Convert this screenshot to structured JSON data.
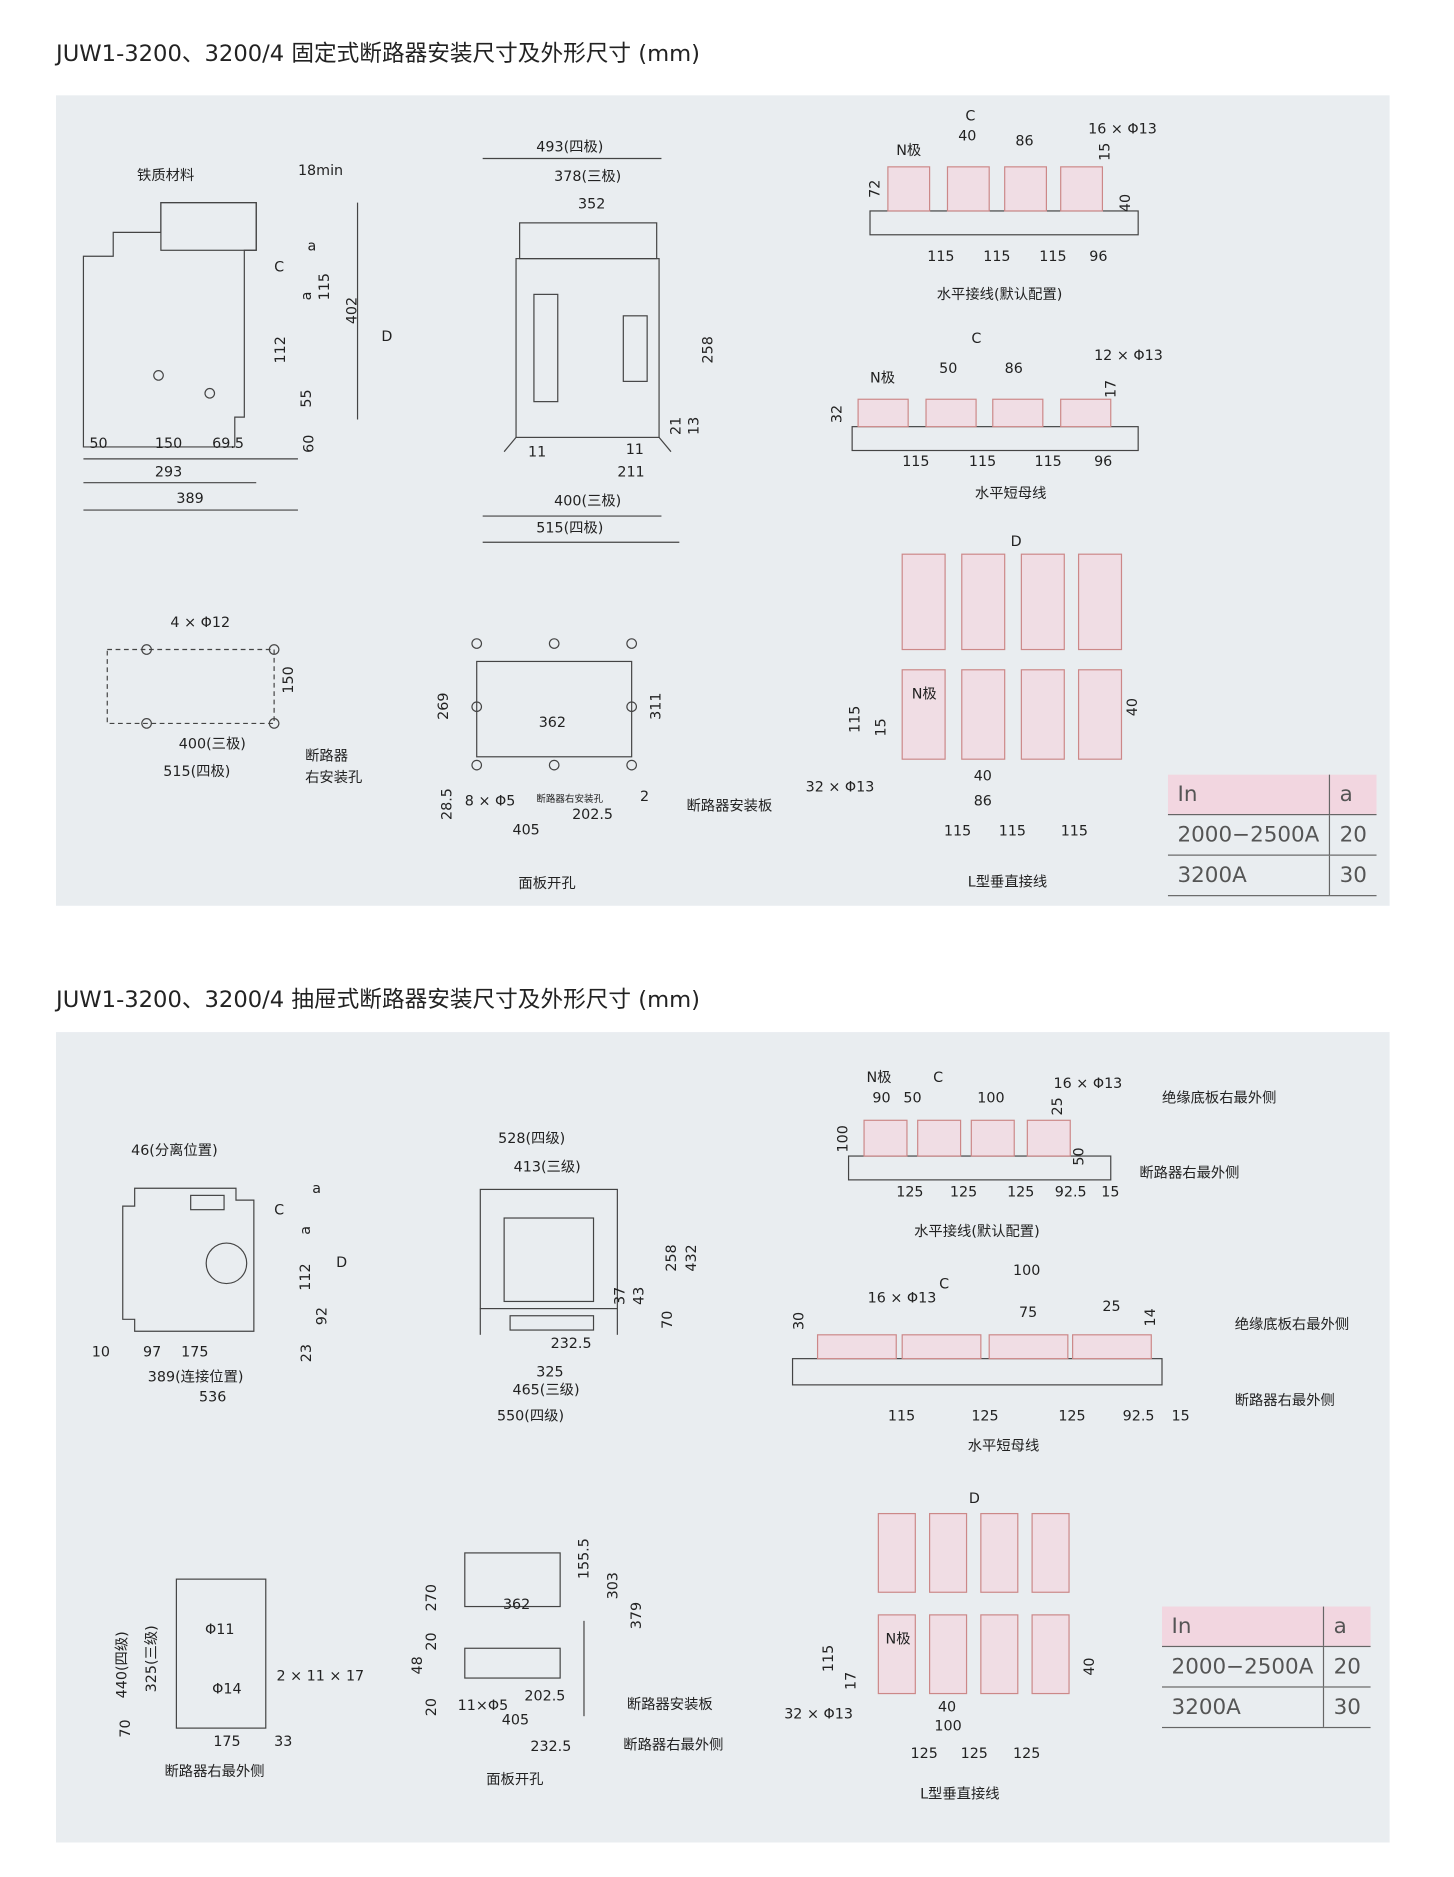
{
  "fixed": {
    "title": "JUW1-3200、3200/4 固定式断路器安装尺寸及外形尺寸 (mm)",
    "labels": [
      "铁质材料",
      "18min",
      "a",
      "C",
      "a",
      "115",
      "402",
      "D",
      "112",
      "55",
      "60",
      "50",
      "150",
      "69.5",
      "293",
      "389",
      "493(四极)",
      "378(三极)",
      "352",
      "258",
      "21",
      "13",
      "11",
      "11",
      "211",
      "400(三极)",
      "515(四极)",
      "C",
      "40",
      "86",
      "16 × Φ13",
      "N极",
      "15",
      "72",
      "40",
      "115",
      "115",
      "115",
      "96",
      "水平接线(默认配置)",
      "C",
      "50",
      "86",
      "12 × Φ13",
      "N极",
      "17",
      "32",
      "115",
      "115",
      "115",
      "96",
      "水平短母线",
      "D",
      "N极",
      "115",
      "15",
      "40",
      "40",
      "86",
      "32 × Φ13",
      "115",
      "115",
      "115",
      "L型垂直接线",
      "4 × Φ12",
      "150",
      "400(三极)",
      "515(四极)",
      "断路器",
      "右安装孔",
      "269",
      "311",
      "362",
      "8 × Φ5",
      "断路器右安装孔",
      "2",
      "202.5",
      "405",
      "28.5",
      "断路器安装板",
      "面板开孔"
    ],
    "table": {
      "header": [
        "In",
        "a"
      ],
      "rows": [
        [
          "2000−2500A",
          "20"
        ],
        [
          "3200A",
          "30"
        ]
      ]
    }
  },
  "drawout": {
    "title": "JUW1-3200、3200/4 抽屉式断路器安装尺寸及外形尺寸 (mm)",
    "labels": [
      "46(分离位置)",
      "a",
      "C",
      "a",
      "D",
      "112",
      "92",
      "23",
      "10",
      "97",
      "175",
      "389(连接位置)",
      "536",
      "528(四级)",
      "413(三级)",
      "258",
      "432",
      "37",
      "43",
      "70",
      "232.5",
      "325",
      "465(三级)",
      "550(四级)",
      "N极",
      "C",
      "16 × Φ13",
      "绝缘底板右最外侧",
      "90",
      "50",
      "100",
      "25",
      "100",
      "50",
      "断路器右最外侧",
      "125",
      "125",
      "125",
      "92.5",
      "15",
      "水平接线(默认配置)",
      "100",
      "16 × Φ13",
      "C",
      "75",
      "25",
      "14",
      "绝缘底板右最外侧",
      "30",
      "断路器右最外侧",
      "115",
      "125",
      "125",
      "92.5",
      "15",
      "水平短母线",
      "D",
      "N极",
      "115",
      "17",
      "40",
      "40",
      "100",
      "32 × Φ13",
      "125",
      "125",
      "125",
      "L型垂直接线",
      "440(四级)",
      "325(三级)",
      "Φ11",
      "Φ14",
      "2 × 11 × 17",
      "70",
      "175",
      "33",
      "断路器右最外侧",
      "155.5",
      "303",
      "379",
      "270",
      "362",
      "20",
      "48",
      "20",
      "202.5",
      "11×Φ5",
      "405",
      "232.5",
      "断路器安装板",
      "断路器右最外侧",
      "面板开孔"
    ],
    "table": {
      "header": [
        "In",
        "a"
      ],
      "rows": [
        [
          "2000−2500A",
          "20"
        ],
        [
          "3200A",
          "30"
        ]
      ]
    }
  },
  "colors": {
    "panel": "#e9edf0",
    "table_header": "#f2d6e0",
    "busbar": "#f0dde4"
  }
}
